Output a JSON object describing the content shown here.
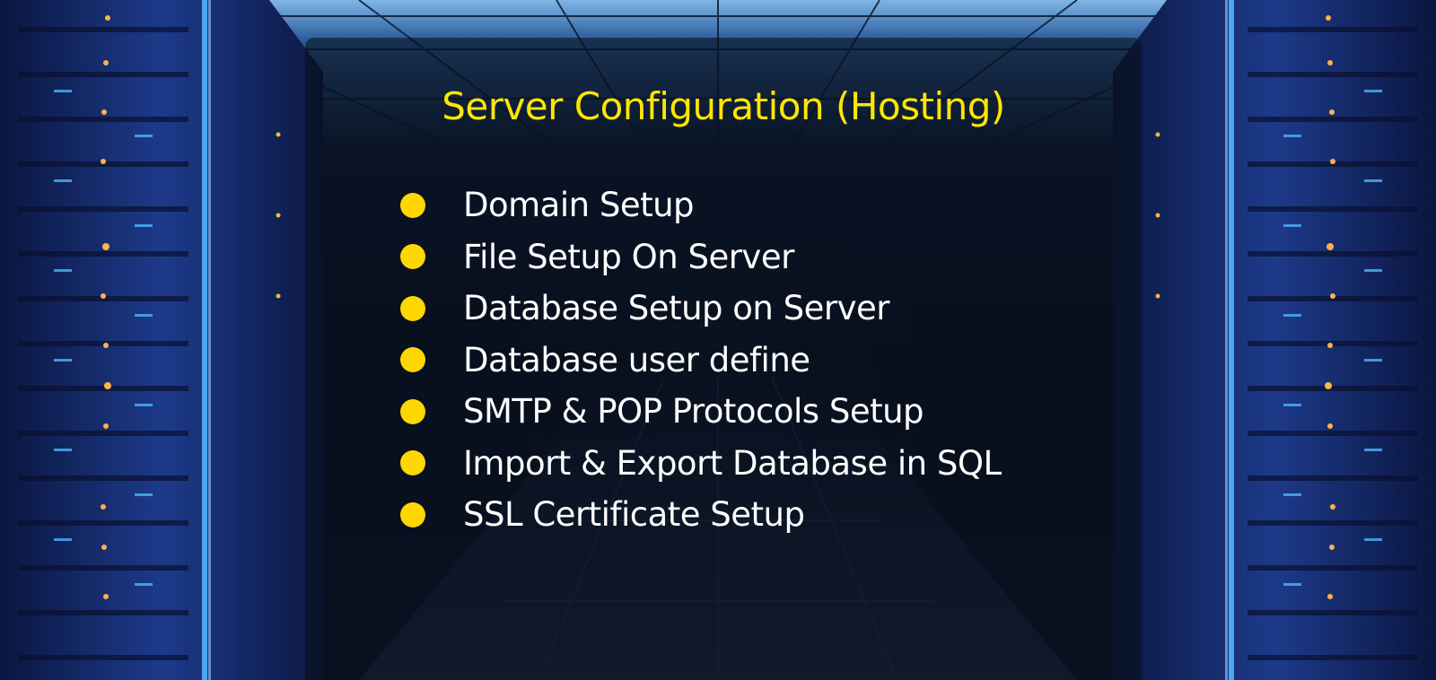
{
  "slide": {
    "title": "Server Configuration (Hosting)",
    "items": [
      {
        "label": "Domain Setup"
      },
      {
        "label": "File Setup On Server"
      },
      {
        "label": "Database Setup on Server"
      },
      {
        "label": "Database user define"
      },
      {
        "label": "SMTP & POP Protocols Setup"
      },
      {
        "label": "Import & Export Database in SQL"
      },
      {
        "label": "SSL Certificate Setup"
      }
    ]
  },
  "colors": {
    "title": "#ffe600",
    "bullet": "#ffd700",
    "text": "#ffffff",
    "panel": "rgba(10,14,20,0.55)",
    "rack_light": "#3aa0ff",
    "rack_led": "#ffb347"
  },
  "background": {
    "description_icon": "server-room-background"
  }
}
